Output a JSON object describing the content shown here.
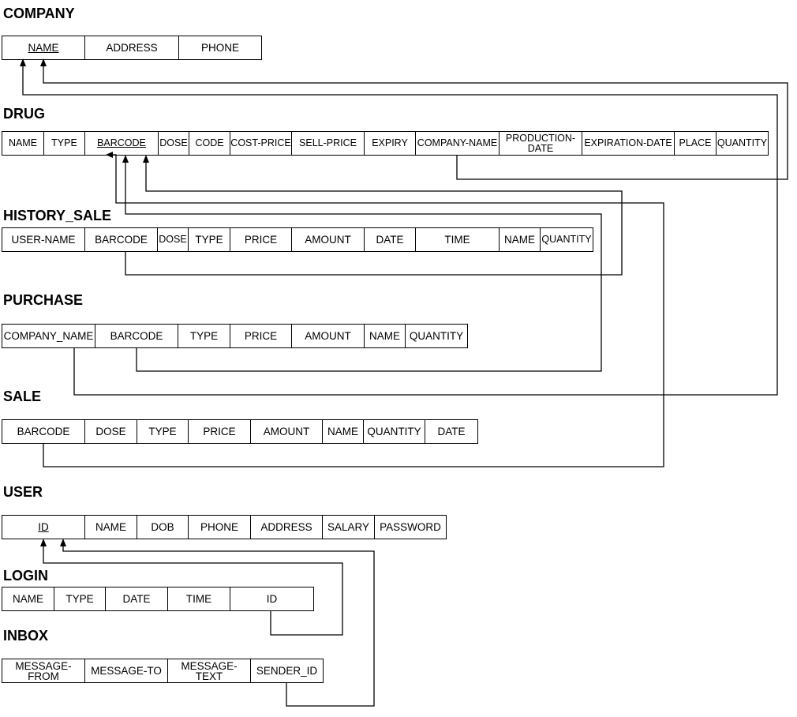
{
  "tables": {
    "company": {
      "name": "COMPANY",
      "columns": [
        "NAME",
        "ADDRESS",
        "PHONE"
      ]
    },
    "drug": {
      "name": "DRUG",
      "columns": [
        "NAME",
        "TYPE",
        "BARCODE",
        "DOSE",
        "CODE",
        "COST-PRICE",
        "SELL-PRICE",
        "EXPIRY",
        "COMPANY-NAME",
        "PRODUCTION-DATE",
        "EXPIRATION-DATE",
        "PLACE",
        "QUANTITY"
      ]
    },
    "history_sale": {
      "name": "HISTORY_SALE",
      "columns": [
        "USER-NAME",
        "BARCODE",
        "DOSE",
        "TYPE",
        "PRICE",
        "AMOUNT",
        "DATE",
        "TIME",
        "NAME",
        "QUANTITY"
      ]
    },
    "purchase": {
      "name": "PURCHASE",
      "columns": [
        "COMPANY_NAME",
        "BARCODE",
        "TYPE",
        "PRICE",
        "AMOUNT",
        "NAME",
        "QUANTITY"
      ]
    },
    "sale": {
      "name": "SALE",
      "columns": [
        "BARCODE",
        "DOSE",
        "TYPE",
        "PRICE",
        "AMOUNT",
        "NAME",
        "QUANTITY",
        "DATE"
      ]
    },
    "user": {
      "name": "USER",
      "columns": [
        "ID",
        "NAME",
        "DOB",
        "PHONE",
        "ADDRESS",
        "SALARY",
        "PASSWORD"
      ]
    },
    "login": {
      "name": "LOGIN",
      "columns": [
        "NAME",
        "TYPE",
        "DATE",
        "TIME",
        "ID"
      ]
    },
    "inbox": {
      "name": "INBOX",
      "columns": [
        "MESSAGE-FROM",
        "MESSAGE-TO",
        "MESSAGE-TEXT",
        "SENDER_ID"
      ]
    }
  },
  "primary_keys": [
    "COMPANY.NAME",
    "DRUG.BARCODE",
    "USER.ID"
  ],
  "relationships": [
    {
      "from": "DRUG.COMPANY-NAME",
      "to": "COMPANY.NAME"
    },
    {
      "from": "PURCHASE.COMPANY_NAME",
      "to": "COMPANY.NAME"
    },
    {
      "from": "HISTORY_SALE.BARCODE",
      "to": "DRUG.BARCODE"
    },
    {
      "from": "PURCHASE.BARCODE",
      "to": "DRUG.BARCODE"
    },
    {
      "from": "SALE.BARCODE",
      "to": "DRUG.BARCODE"
    },
    {
      "from": "LOGIN.ID",
      "to": "USER.ID"
    },
    {
      "from": "INBOX.SENDER_ID",
      "to": "USER.ID"
    }
  ]
}
